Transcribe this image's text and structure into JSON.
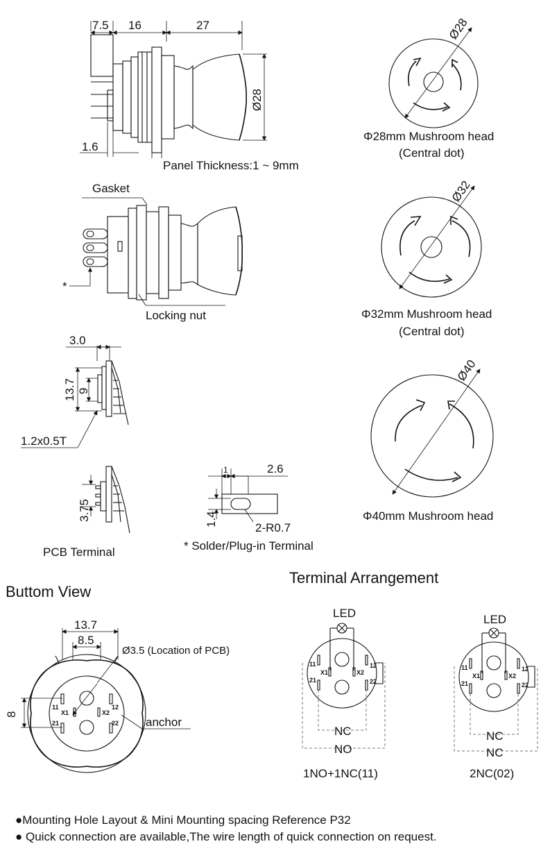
{
  "top_view": {
    "dims": {
      "a": "7.5",
      "b": "16",
      "c": "27",
      "d": "Ø28",
      "e": "1.6"
    },
    "panel_label": "Panel Thickness:1 ~ 9mm"
  },
  "side_view": {
    "gasket": "Gasket",
    "locking_nut": "Locking nut",
    "asterisk": "*"
  },
  "terminal_detail": {
    "d1": "3.0",
    "d2": "13.7",
    "d3": "9",
    "d4": "1.2x0.5T"
  },
  "pcb_detail": {
    "d1": "3.75",
    "label": "PCB Terminal"
  },
  "solder_detail": {
    "d1": "1",
    "d2": "2.6",
    "d3": "1.4",
    "d4": "2-R0.7",
    "label": "* Solder/Plug-in Terminal"
  },
  "heads": [
    {
      "dim": "Ø28",
      "line1": "Φ28mm Mushroom head",
      "line2": "(Central dot)"
    },
    {
      "dim": "Ø32",
      "line1": "Φ32mm Mushroom head",
      "line2": "(Central dot)"
    },
    {
      "dim": "Ø40",
      "line1": "Φ40mm Mushroom head",
      "line2": ""
    }
  ],
  "bottom_view": {
    "title": "Buttom View",
    "d1": "13.7",
    "d2": "8.5",
    "d3": "Ø3.5  (Location of PCB)",
    "d4": "8",
    "anchor": "anchor",
    "pins": {
      "p11": "11",
      "p21": "21",
      "x1": "X1",
      "x2": "X2",
      "p12": "12",
      "p22": "22"
    }
  },
  "terminal_arrangement": {
    "title": "Terminal Arrangement",
    "left": {
      "led": "LED",
      "nc": "NC",
      "no": "NO",
      "caption": "1NO+1NC(11)"
    },
    "right": {
      "led": "LED",
      "nc1": "NC",
      "nc2": "NC",
      "caption": "2NC(02)"
    },
    "pins": {
      "p11": "11",
      "p21": "21",
      "x1": "X1",
      "x2": "X2",
      "p12": "12",
      "p22": "22"
    }
  },
  "notes": [
    "●Mounting Hole Layout & Mini Mounting spacing Reference P32",
    "● Quick connection are available,The wire length of quick connection on request."
  ]
}
